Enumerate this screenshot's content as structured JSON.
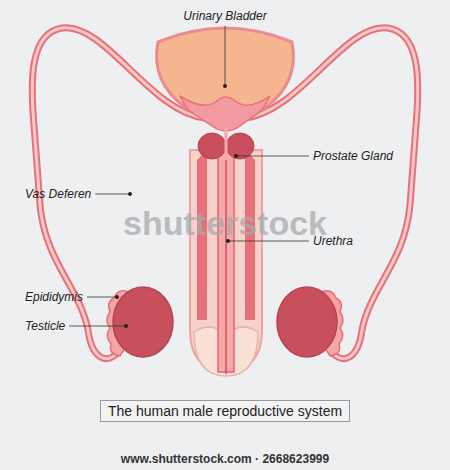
{
  "diagram": {
    "caption": "The human male reproductive system",
    "labels": [
      "Urinary Bladder",
      "Prostate Gland",
      "Vas Deferen",
      "Urethra",
      "Epididymis",
      "Testicle",
      "shutterstock",
      "www.shutterstock.com · 2668623999"
    ]
  }
}
